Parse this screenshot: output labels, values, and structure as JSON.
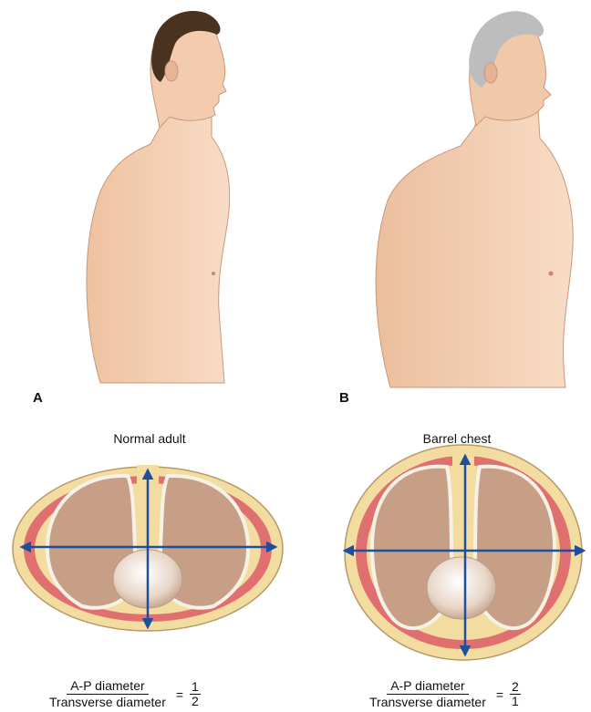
{
  "panels": [
    {
      "letter": "A",
      "caption": "Normal adult",
      "formula": {
        "numerator": "A-P diameter",
        "denominator": "Transverse diameter",
        "ratio_num": "1",
        "ratio_den": "2"
      }
    },
    {
      "letter": "B",
      "caption": "Barrel chest",
      "formula": {
        "numerator": "A-P diameter",
        "denominator": "Transverse diameter",
        "ratio_num": "2",
        "ratio_den": "1"
      }
    }
  ],
  "equals_sign": "=",
  "colors": {
    "arrow": "#1d4f9c",
    "muscle": "#e07070",
    "fat": "#f3dca0",
    "lung": "#c79f87",
    "heart": "#eddcd0",
    "skin": "#f2c8a8",
    "hair_dark": "#4a3221",
    "hair_gray": "#bdbdbd"
  }
}
